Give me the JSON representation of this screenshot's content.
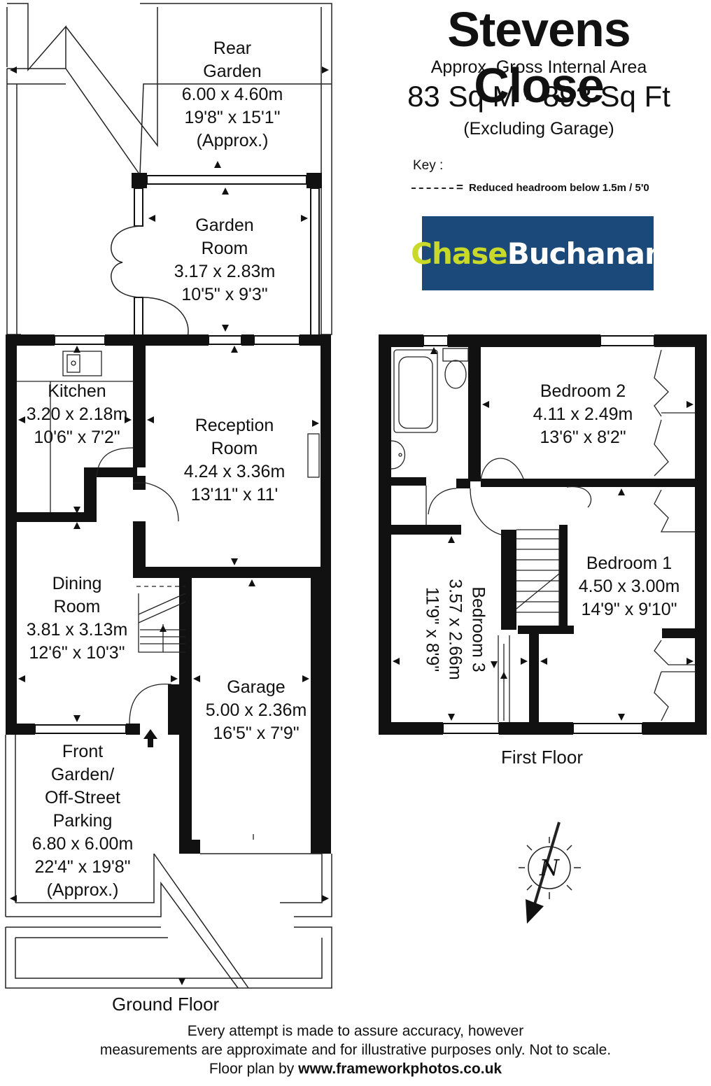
{
  "header": {
    "title": "Stevens Close",
    "gia_label": "Approx. Gross Internal Area",
    "gia_values": "83 Sq M  -  893 Sq Ft",
    "gia_note": "(Excluding Garage)"
  },
  "key": {
    "label": "Key :",
    "equals": "=",
    "text": "Reduced  headroom below 1.5m / 5'0"
  },
  "logo": {
    "part1": "Chase",
    "part2": "Buchanan",
    "bg": "#1b4a7a",
    "accent": "#c9d92a"
  },
  "ground_floor": {
    "title": "Ground Floor",
    "rooms": [
      {
        "lines": [
          "Rear",
          "Garden",
          "6.00 x 4.60m",
          "19'8\" x 15'1\"",
          "(Approx.)"
        ]
      },
      {
        "lines": [
          "Garden",
          "Room",
          "3.17 x 2.83m",
          "10'5\" x 9'3\""
        ]
      },
      {
        "lines": [
          "Kitchen",
          "3.20 x 2.18m",
          "10'6\" x 7'2\""
        ]
      },
      {
        "lines": [
          "Reception",
          "Room",
          "4.24 x 3.36m",
          "13'11\" x 11'"
        ]
      },
      {
        "lines": [
          "Dining",
          "Room",
          "3.81 x 3.13m",
          "12'6\" x 10'3\""
        ]
      },
      {
        "lines": [
          "Garage",
          "5.00 x 2.36m",
          "16'5\" x 7'9\""
        ]
      },
      {
        "lines": [
          "Front",
          "Garden/",
          "Off-Street",
          "Parking",
          "6.80 x 6.00m",
          "22'4\" x 19'8\"",
          "(Approx.)"
        ]
      }
    ]
  },
  "first_floor": {
    "title": "First Floor",
    "rooms": [
      {
        "lines": [
          "Bedroom 2",
          "4.11 x 2.49m",
          "13'6\" x 8'2\""
        ]
      },
      {
        "lines": [
          "Bedroom 1",
          "4.50 x 3.00m",
          "14'9\" x 9'10\""
        ]
      },
      {
        "lines": [
          "Bedroom 3",
          "3.57 x 2.66m",
          "11'9\" x 8'9\""
        ]
      }
    ]
  },
  "compass": {
    "letter": "N"
  },
  "footer": {
    "line1": "Every attempt is made to assure accuracy, however",
    "line2": "measurements are approximate and for illustrative purposes only. Not to scale.",
    "line3_prefix": "Floor plan by",
    "line3_source": "www.frameworkphotos.co.uk"
  }
}
